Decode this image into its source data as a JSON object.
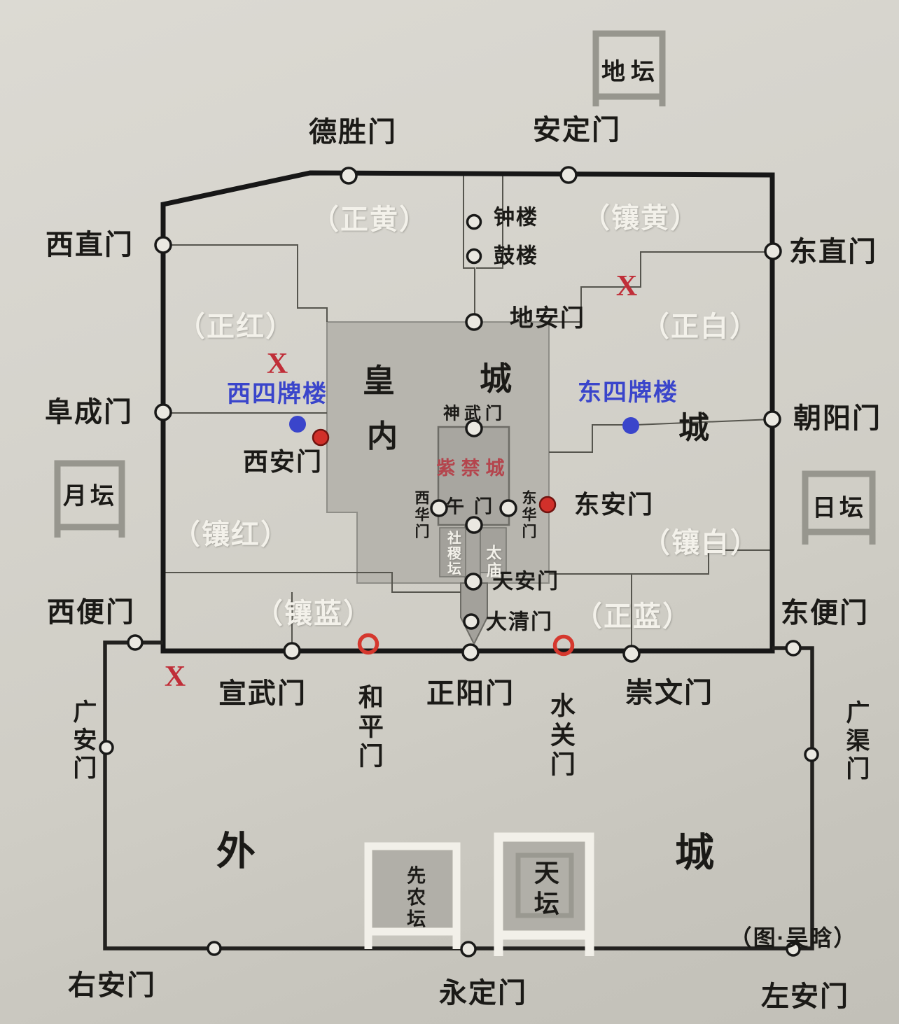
{
  "attribution": "（图·吴晗）",
  "x_mark": "X",
  "regions": {
    "huang": "皇",
    "huang_cheng": "城",
    "nei": "内",
    "nei_cheng": "城",
    "wai": "外",
    "wai_cheng": "城",
    "forbidden": "紫禁城"
  },
  "banners": {
    "zheng_huang": "（正黄）",
    "xiang_huang": "（镶黄）",
    "zheng_hong": "（正红）",
    "zheng_bai": "（正白）",
    "xiang_hong": "（镶红）",
    "xiang_bai": "（镶白）",
    "xiang_lan": "（镶蓝）",
    "zheng_lan": "（正蓝）"
  },
  "gates": {
    "desheng": "德胜门",
    "anding": "安定门",
    "xizhi": "西直门",
    "dongzhi": "东直门",
    "fucheng": "阜成门",
    "chaoyang": "朝阳门",
    "xibian": "西便门",
    "dongbian": "东便门",
    "xuanwu": "宣武门",
    "heping": "和平门",
    "zhengyang": "正阳门",
    "shuiguan": "水关门",
    "chongwen": "崇文门",
    "guang_an": "广安门",
    "guangqu": "广渠门",
    "you_an": "右安门",
    "yongding": "永定门",
    "zuo_an": "左安门",
    "di_an": "地安门",
    "xi_an": "西安门",
    "dong_an": "东安门",
    "tian_an": "天安门",
    "daqing": "大清门",
    "shenwu": "神武门",
    "xihua": "西华门",
    "donghua": "东华门",
    "wumen": "午门"
  },
  "towers": {
    "zhonglou": "钟楼",
    "gulou": "鼓楼"
  },
  "arches": {
    "west": "西四牌楼",
    "east": "东四牌楼"
  },
  "altars": {
    "ditan": "地坛",
    "yuetan": "月坛",
    "ritan": "日坛",
    "tiantan": "天坛",
    "xiannongtan": "先农坛"
  },
  "sites": {
    "shejitan": "社稷坛",
    "taimiao": "太庙"
  },
  "colors": {
    "wall_black": "#171717",
    "imperial_gray": "#b7b5ae",
    "forbidden_gray": "#a8a6a0",
    "accent_red": "#d1302a",
    "accent_blue": "#3a45cb",
    "banner_white": "#f3f1ea"
  }
}
